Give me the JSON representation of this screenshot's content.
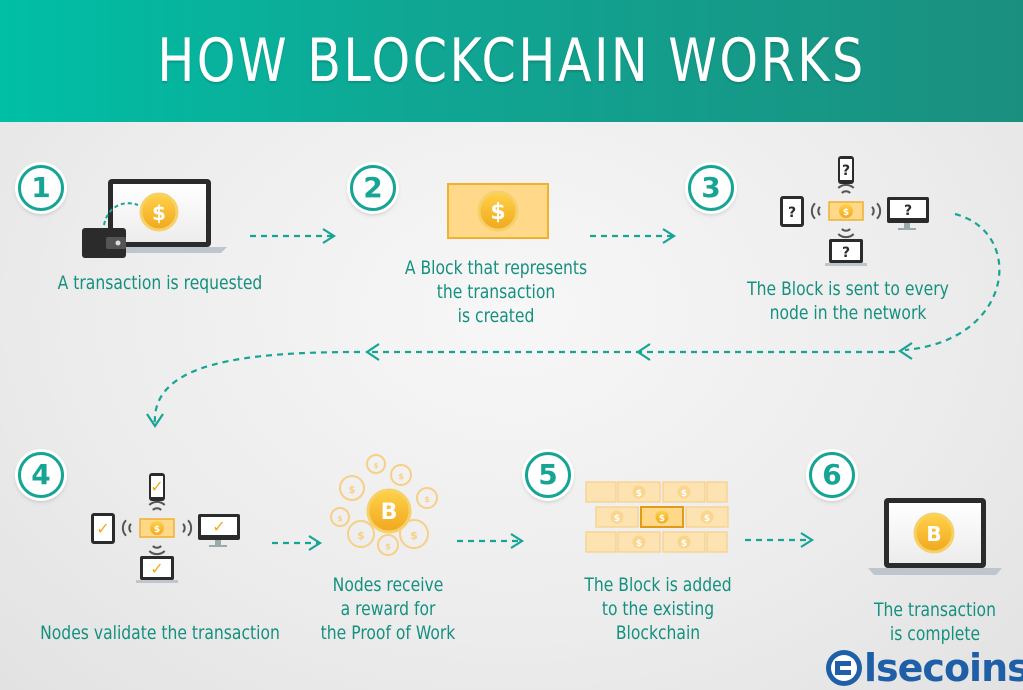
{
  "title": "HOW BLOCKCHAIN WORKS",
  "colors": {
    "teal": "#16a594",
    "gold": "#f5b82e",
    "header_start": "#00bfa5",
    "header_end": "#1b8f7f",
    "logo_blue": "#1f5fa8"
  },
  "steps": [
    {
      "number": "1",
      "label": "A transaction is requested",
      "icon": "laptop-wallet-dollar-icon"
    },
    {
      "number": "2",
      "label": "A Block that represents\nthe transaction\nis created",
      "icon": "dollar-block-icon"
    },
    {
      "number": "3",
      "label": "The Block is sent to every\nnode in the network",
      "icon": "network-question-nodes-icon"
    },
    {
      "number": "4",
      "label": "Nodes validate the transaction",
      "icon": "network-check-nodes-icon"
    },
    {
      "number": "",
      "label": "Nodes receive\na reward for\nthe Proof of Work",
      "icon": "coin-cluster-icon"
    },
    {
      "number": "5",
      "label": "The Block is added\nto the existing\nBlockchain",
      "icon": "block-wall-icon"
    },
    {
      "number": "6",
      "label": "The transaction\nis complete",
      "icon": "laptop-bitcoin-icon"
    }
  ],
  "node_marks": {
    "question": "?",
    "check": "✓"
  },
  "coin_symbols": {
    "dollar": "$",
    "bitcoin": "B"
  },
  "logo": {
    "text": "lsecoins"
  }
}
